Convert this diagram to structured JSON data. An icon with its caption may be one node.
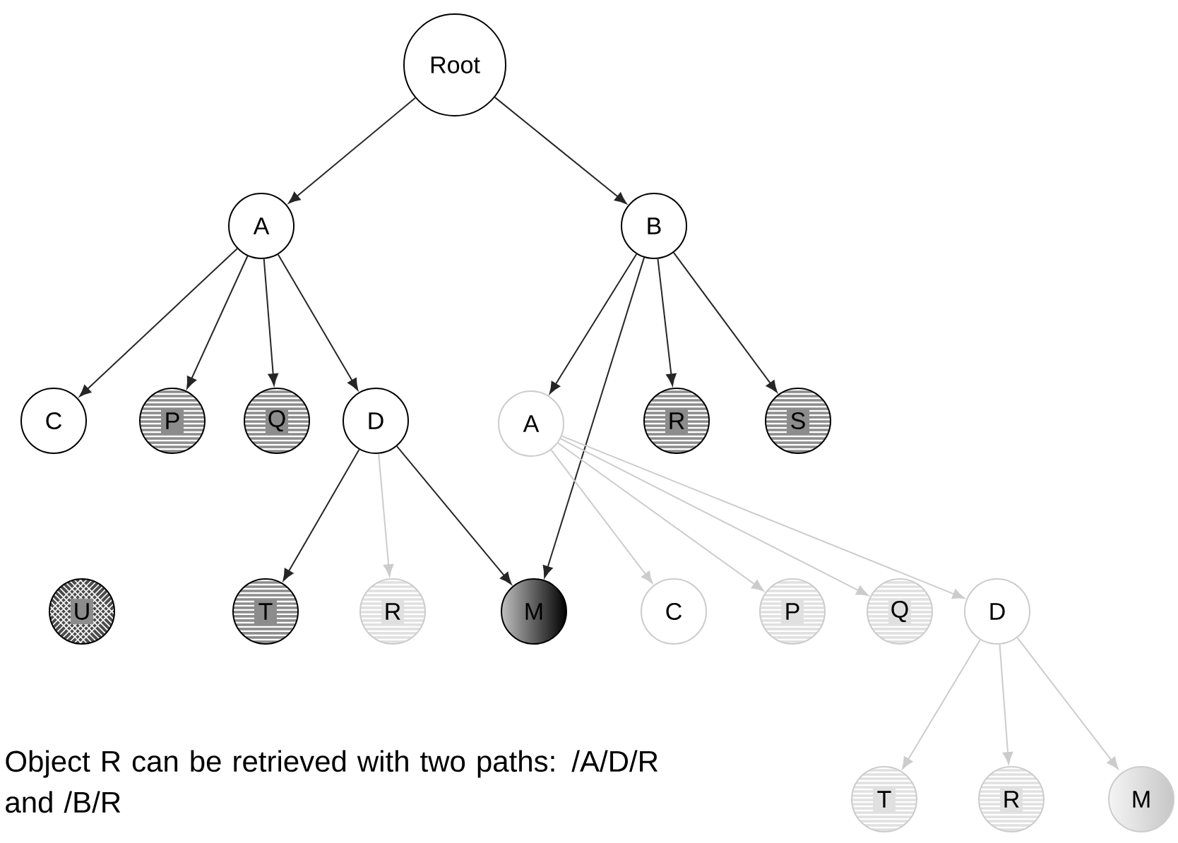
{
  "diagram": {
    "nodes": [
      {
        "text": [
          "Root"
        ]
      },
      {
        "text": [
          "A"
        ]
      },
      {
        "text": [
          "B"
        ]
      },
      {
        "text": [
          "C"
        ]
      },
      {
        "text": [
          "P"
        ]
      },
      {
        "text": [
          "Q"
        ]
      },
      {
        "text": [
          "D"
        ]
      },
      {
        "text": [
          "A"
        ]
      },
      {
        "text": [
          "R"
        ]
      },
      {
        "text": [
          "S"
        ]
      },
      {
        "text": [
          "U"
        ]
      },
      {
        "text": [
          "T"
        ]
      },
      {
        "text": [
          "R"
        ]
      },
      {
        "text": [
          "M"
        ]
      },
      {
        "text": [
          "C"
        ]
      },
      {
        "text": [
          "P"
        ]
      },
      {
        "text": [
          "Q"
        ]
      },
      {
        "text": [
          "D"
        ]
      },
      {
        "text": [
          "T"
        ]
      },
      {
        "text": [
          "R"
        ]
      },
      {
        "text": [
          "M"
        ]
      }
    ],
    "edges": [
      {
        "from": 0,
        "to": 1,
        "arrow": "to"
      },
      {
        "from": 0,
        "to": 2,
        "arrow": "to"
      },
      {
        "from": 1,
        "to": 3,
        "arrow": "to"
      },
      {
        "from": 1,
        "to": 4,
        "arrow": "to"
      },
      {
        "from": 1,
        "to": 5,
        "arrow": "to"
      },
      {
        "from": 1,
        "to": 6,
        "arrow": "to"
      },
      {
        "from": 2,
        "to": 7,
        "arrow": "to"
      },
      {
        "from": 2,
        "to": 13,
        "arrow": "to"
      },
      {
        "from": 2,
        "to": 8,
        "arrow": "to"
      },
      {
        "from": 2,
        "to": 9,
        "arrow": "to"
      },
      {
        "from": 6,
        "to": 11,
        "arrow": "to"
      },
      {
        "from": 6,
        "to": 12,
        "arrow": "to",
        "color": "#cccccc"
      },
      {
        "from": 6,
        "to": 13,
        "arrow": "to"
      },
      {
        "from": 7,
        "to": 14,
        "arrow": "to",
        "color": "#cccccc"
      },
      {
        "from": 7,
        "to": 15,
        "arrow": "to",
        "color": "#cccccc"
      },
      {
        "from": 7,
        "to": 16,
        "arrow": "to",
        "color": "#cccccc"
      },
      {
        "from": 7,
        "to": 17,
        "arrow": "to",
        "color": "#cccccc"
      },
      {
        "from": 17,
        "to": 18,
        "arrow": "to",
        "color": "#cccccc"
      },
      {
        "from": 17,
        "to": 19,
        "arrow": "to",
        "color": "#cccccc"
      },
      {
        "from": 17,
        "to": 20,
        "arrow": "to",
        "color": "#cccccc"
      }
    ],
    "labels": [
      "Object R can be retrieved with two paths: /A/D/R and /B/R"
    ]
  }
}
